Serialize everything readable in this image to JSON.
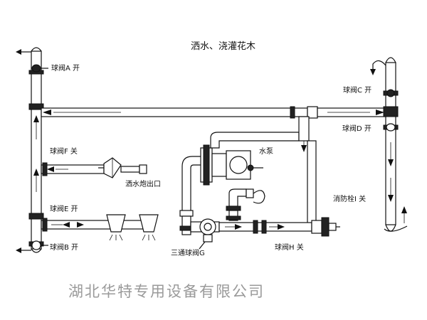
{
  "title": "洒水、浇灌花木",
  "labels": {
    "valve_a": "球阀A 开",
    "valve_b": "球阀B 开",
    "valve_c": "球阀C 开",
    "valve_d": "球阀D 开",
    "valve_e": "球阀E 开",
    "valve_f": "球阀F 关",
    "valve_g": "三通球阀G",
    "valve_h": "球阀H 关",
    "hydrant_i": "消防栓I 关",
    "pump": "水泵",
    "outlet": "洒水炮出口"
  },
  "watermark": "湖北华特专用设备有限公司"
}
